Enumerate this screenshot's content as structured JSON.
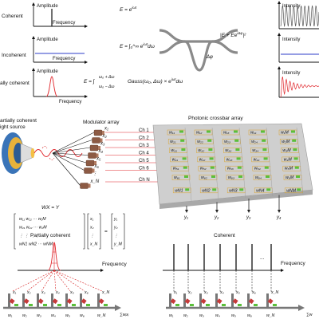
{
  "top_left": {
    "rows": [
      {
        "label": "Coherent",
        "y_axis": "Amplitude",
        "x_axis": "Frequency"
      },
      {
        "label": "Incoherent",
        "y_axis": "Amplitude",
        "x_axis": "Frequency"
      },
      {
        "label": "ally coherent",
        "y_axis": "Amplitude",
        "x_axis": "Frequency"
      }
    ]
  },
  "equations": {
    "coherent": "E = e",
    "coherent_exp": "iωt",
    "incoherent": "E = ∫₀^∞ e",
    "incoherent_exp": "iωt",
    "incoherent_tail": "dω",
    "partial_bounds_top": "ω₀ + Δω",
    "partial_bounds_bot": "ω₀ − Δω",
    "partial_body": "Gauss(ω₀, Δω) × e",
    "partial_exp": "iωt",
    "partial_tail": "dω",
    "partial_lead": "E = ∫",
    "interferometer_out": "|E + Ee",
    "interferometer_out_exp": "iΔφ",
    "interferometer_out_tail": "|²",
    "delta_phi": "Δφ"
  },
  "right_panels": [
    {
      "y_axis": "Intensity"
    },
    {
      "y_axis": "Intensity"
    },
    {
      "y_axis": "Intensity"
    }
  ],
  "middle": {
    "source_label_1": "artially coherent",
    "source_label_2": "ight source",
    "modulator_title": "Modulator array",
    "crossbar_title": "Photonic crossbar array",
    "x_labels": [
      "x₁",
      "x₂",
      "x₃",
      "x₄",
      "x₅",
      "x₆",
      "⋮",
      "x_N"
    ],
    "channels": [
      "Ch 1",
      "Ch 2",
      "Ch 3",
      "Ch 4",
      "Ch 5",
      "Ch 6",
      "Ch N"
    ],
    "matrix_eq": "WX = Y",
    "matrix_rows": [
      "w₁₁ w₁₂ ··· w₁M",
      "w₂₁ w₂₂ ··· w₂M",
      "⋮      ⋮    ⋱    ⋮",
      "wN1 wN2 ··· wNM"
    ],
    "x_vector": [
      "x₁",
      "x₂",
      "⋮",
      "x_N"
    ],
    "y_vector": [
      "y₁",
      "y₂",
      "⋮",
      "y_M"
    ],
    "outputs": [
      "y₁",
      "y₂",
      "y₃",
      "y₄"
    ],
    "grid_rows": [
      [
        "w₁₁",
        "w₁₂",
        "w₁₃",
        "w₁₄",
        "w₁M"
      ],
      [
        "w₂₁",
        "w₂₂",
        "w₂₃",
        "w₂₄",
        "w₂M"
      ],
      [
        "w₃₁",
        "w₃₂",
        "w₃₃",
        "w₃₄",
        "w₃M"
      ],
      [
        "w₄₁",
        "w₄₂",
        "w₄₃",
        "w₄₄",
        "w₄M"
      ],
      [
        "w₅₁",
        "w₅₂",
        "w₅₃",
        "w₅₄",
        "w₅M"
      ],
      [
        "w₆₁",
        "w₆₂",
        "w₆₃",
        "w₆₄",
        "w₆M"
      ],
      [
        "wN1",
        "wN2",
        "wN3",
        "wN4",
        "wNM"
      ]
    ]
  },
  "bottom": {
    "left_title": "Partially coherent",
    "right_title": "Coherent",
    "frequency": "Frequency",
    "left_weights": [
      "w₁",
      "w₂",
      "w₃",
      "w₄",
      "w₅",
      "w₆",
      "w_N"
    ],
    "left_x": [
      "x₁",
      "x₂",
      "x₃",
      "x₄",
      "x₅",
      "x₆",
      "x_N"
    ],
    "right_weights": [
      "w₁",
      "w₂",
      "w₃",
      "w₄",
      "w₅",
      "w₆",
      "w_N"
    ],
    "right_x": [
      "x₁",
      "x₂",
      "x₃",
      "x₄",
      "x₅",
      "x₆",
      "x_N"
    ],
    "sum_left": "∑wᵢxᵢ",
    "sum_left_sub": "iN",
    "sum_right": "∑w",
    "dots": "..."
  },
  "colors": {
    "red": "#e0262b",
    "blue": "#2c3cc9",
    "chip": "#cfcfcf",
    "green": "#5bbf3a",
    "gold": "#d9a530",
    "modulator": "#8c5a44"
  }
}
